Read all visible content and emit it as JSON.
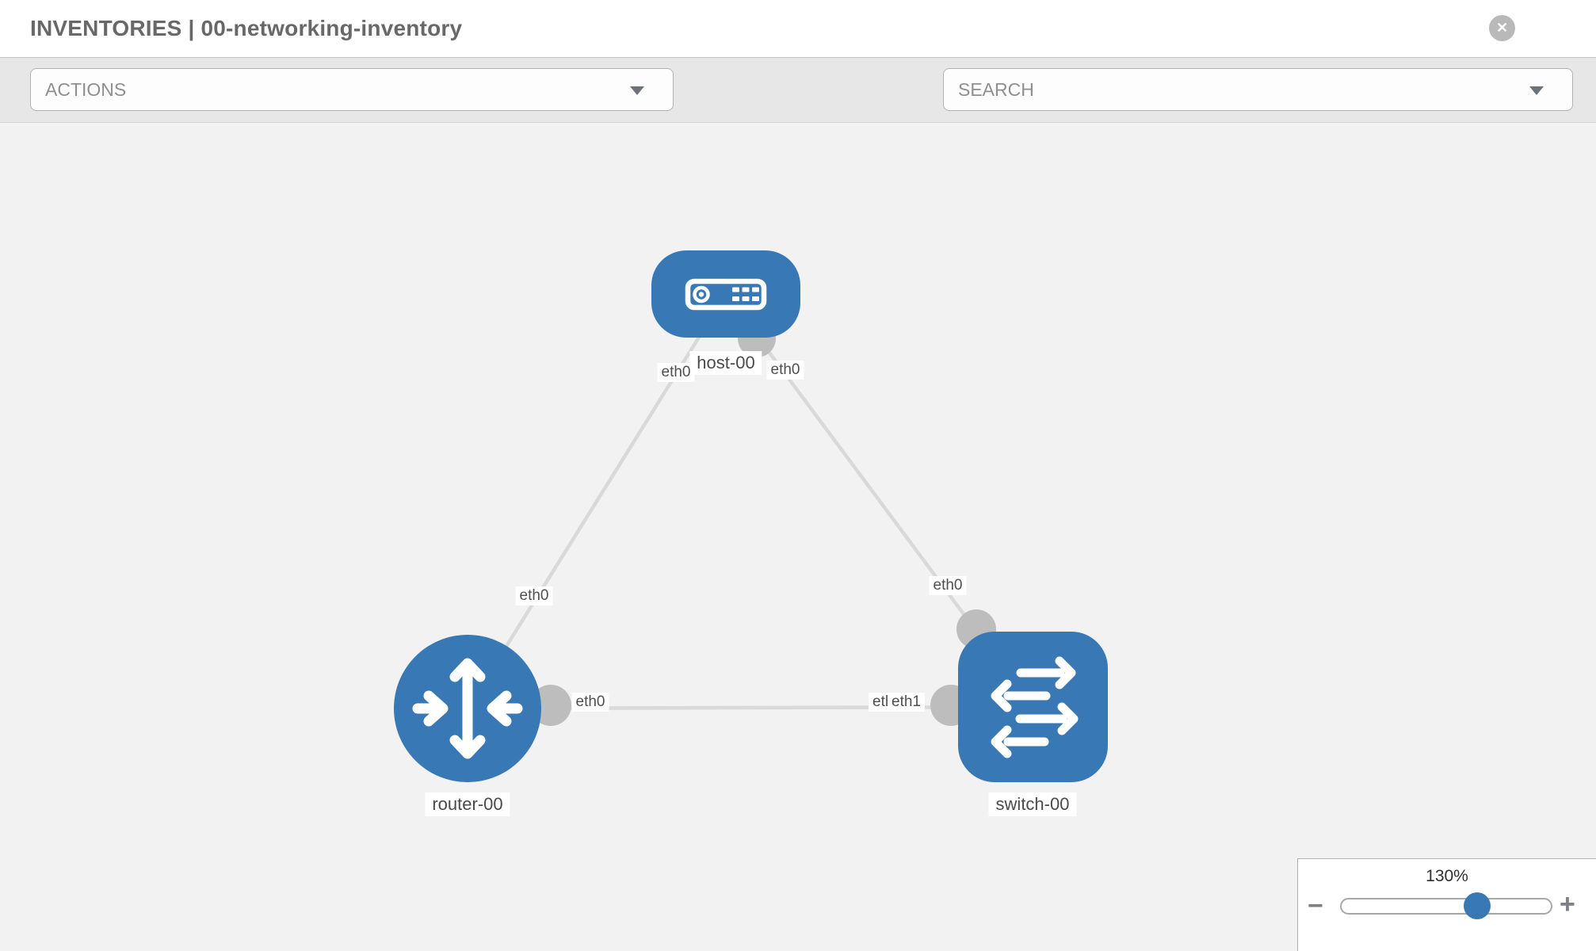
{
  "header": {
    "title": "INVENTORIES | 00-networking-inventory",
    "close_glyph": "✕"
  },
  "toolbar": {
    "actions_label": "ACTIONS",
    "search_label": "SEARCH",
    "icons": [
      "wrench-icon",
      "key-icon"
    ]
  },
  "diagram": {
    "nodes": [
      {
        "name": "host-00",
        "type": "host"
      },
      {
        "name": "router-00",
        "type": "router"
      },
      {
        "name": "switch-00",
        "type": "switch"
      }
    ],
    "links": [
      {
        "source": "host-00",
        "source_port": "eth0",
        "target": "router-00",
        "target_port": "eth0"
      },
      {
        "source": "host-00",
        "source_port": "eth0",
        "target": "switch-00",
        "target_port": "eth0"
      },
      {
        "source": "router-00",
        "source_port": "eth0",
        "target": "switch-00",
        "target_port": "eth1"
      }
    ],
    "hidden_label_fragment": "eth0"
  },
  "zoom_control": {
    "level": "130%",
    "zoom_out": "−",
    "zoom_in": "+"
  },
  "colors": {
    "node_fill": "#3878b4",
    "link_gray": "#d9d9d9",
    "port_circle_gray": "#bdbdbd",
    "toolbar_bg": "#e7e7e7",
    "canvas_bg": "#f2f2f2",
    "accent_blue": "#3878b4"
  }
}
